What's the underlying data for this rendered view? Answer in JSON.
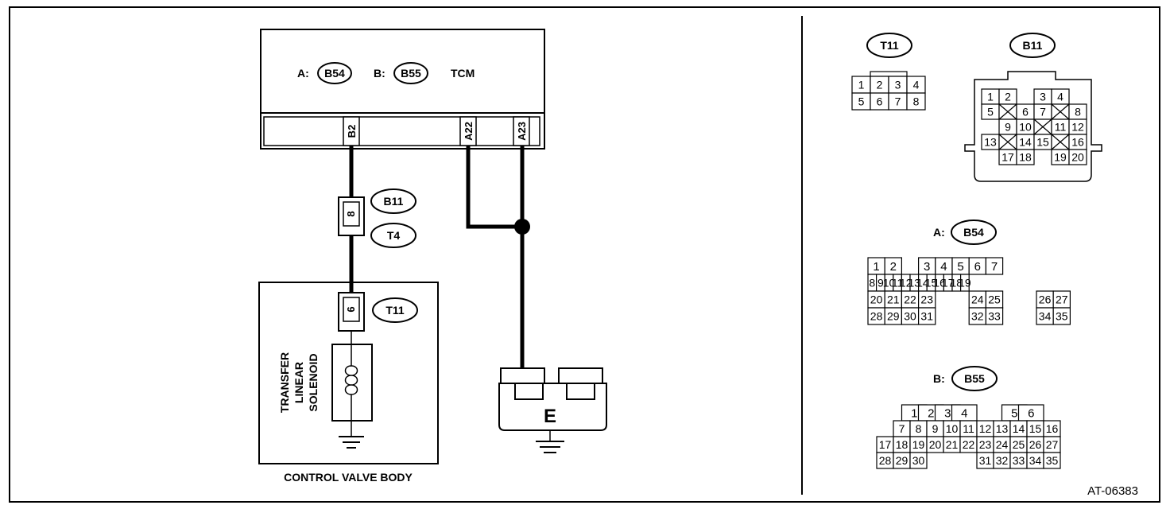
{
  "tcm": {
    "prefix_a": "A:",
    "conn_a": "B54",
    "prefix_b": "B:",
    "conn_b": "B55",
    "name": "TCM",
    "terminals": [
      "B2",
      "A22",
      "A23"
    ]
  },
  "circuit": {
    "b11_label": "B11",
    "t4_label": "T4",
    "b11_pin": "8",
    "t11_label": "T11",
    "t11_pin": "6",
    "solenoid_lines": [
      "TRANSFER",
      "LINEAR",
      "SOLENOID"
    ],
    "control_valve_body": "CONTROL VALVE BODY",
    "ground_label": "E"
  },
  "connectors": {
    "t11": {
      "title": "T11",
      "rows": [
        [
          "1",
          "2",
          "3",
          "4"
        ],
        [
          "5",
          "6",
          "7",
          "8"
        ]
      ]
    },
    "b11": {
      "title": "B11",
      "pins": [
        "1",
        "2",
        "3",
        "4",
        "5",
        "6",
        "7",
        "8",
        "9",
        "10",
        "11",
        "12",
        "13",
        "14",
        "15",
        "16",
        "17",
        "18",
        "19",
        "20"
      ]
    },
    "b54": {
      "prefix": "A:",
      "title": "B54",
      "pins": [
        "1",
        "2",
        "3",
        "4",
        "5",
        "6",
        "7",
        "8",
        "9",
        "10",
        "11",
        "12",
        "13",
        "14",
        "15",
        "16",
        "17",
        "18",
        "19",
        "20",
        "21",
        "22",
        "23",
        "24",
        "25",
        "26",
        "27",
        "28",
        "29",
        "30",
        "31",
        "32",
        "33",
        "34",
        "35"
      ]
    },
    "b55": {
      "prefix": "B:",
      "title": "B55",
      "pins": [
        "1",
        "2",
        "3",
        "4",
        "5",
        "6",
        "7",
        "8",
        "9",
        "10",
        "11",
        "12",
        "13",
        "14",
        "15",
        "16",
        "17",
        "18",
        "19",
        "20",
        "21",
        "22",
        "23",
        "24",
        "25",
        "26",
        "27",
        "28",
        "29",
        "30",
        "31",
        "32",
        "33",
        "34",
        "35"
      ]
    }
  },
  "figure_id": "AT-06383"
}
